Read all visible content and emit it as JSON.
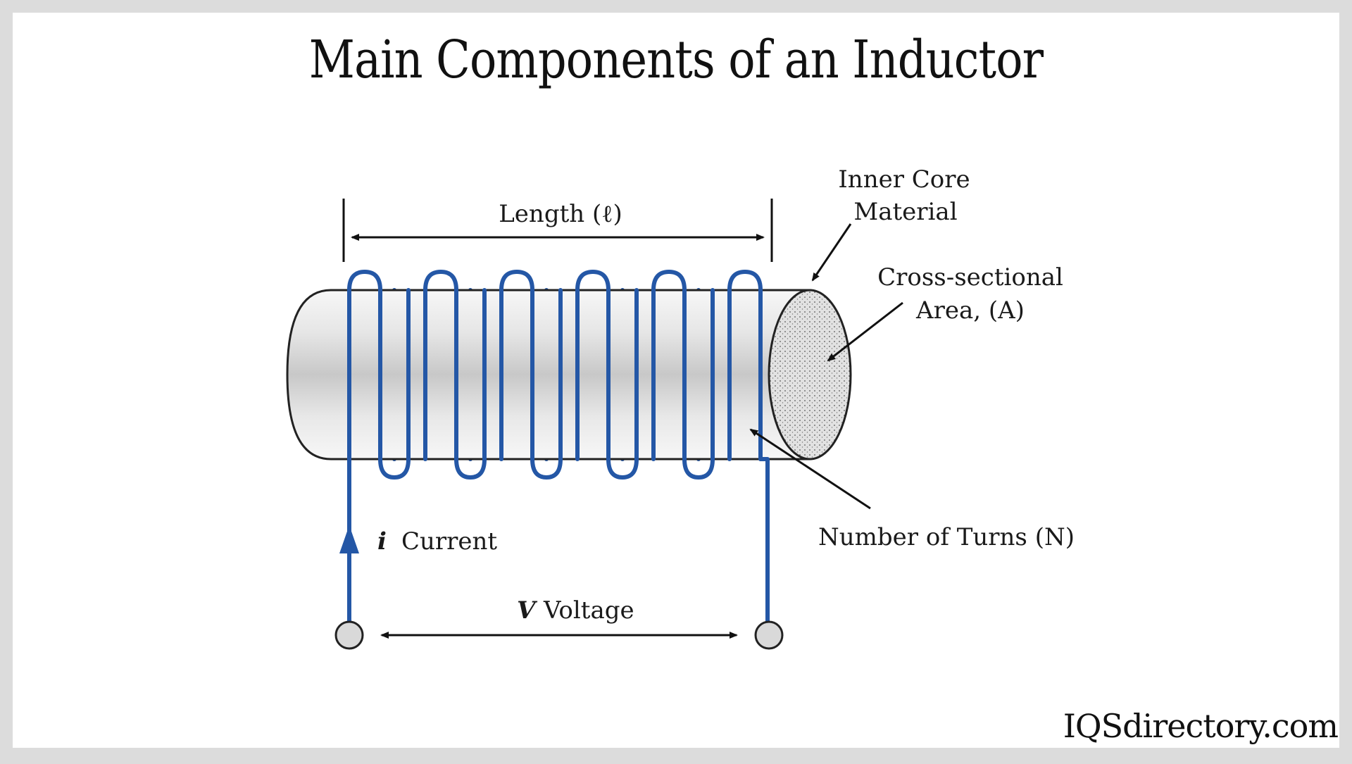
{
  "title": "Main Components of an Inductor",
  "labels": {
    "length": "Length (ℓ)",
    "inner_core_line1": "Inner Core",
    "inner_core_line2": "Material",
    "cross_section_line1": "Cross-sectional",
    "cross_section_line2": "Area, (A)",
    "current_symbol": "i",
    "current": "Current",
    "voltage_symbol": "V",
    "voltage": "Voltage",
    "turns": "Number of Turns (N)"
  },
  "brand": "IQSdirectory.com",
  "colors": {
    "coil": "#2457a6",
    "core_light": "#f4f4f4",
    "core_dark": "#c9c9c9",
    "terminal": "#d9d9d9",
    "background": "#ffffff"
  }
}
